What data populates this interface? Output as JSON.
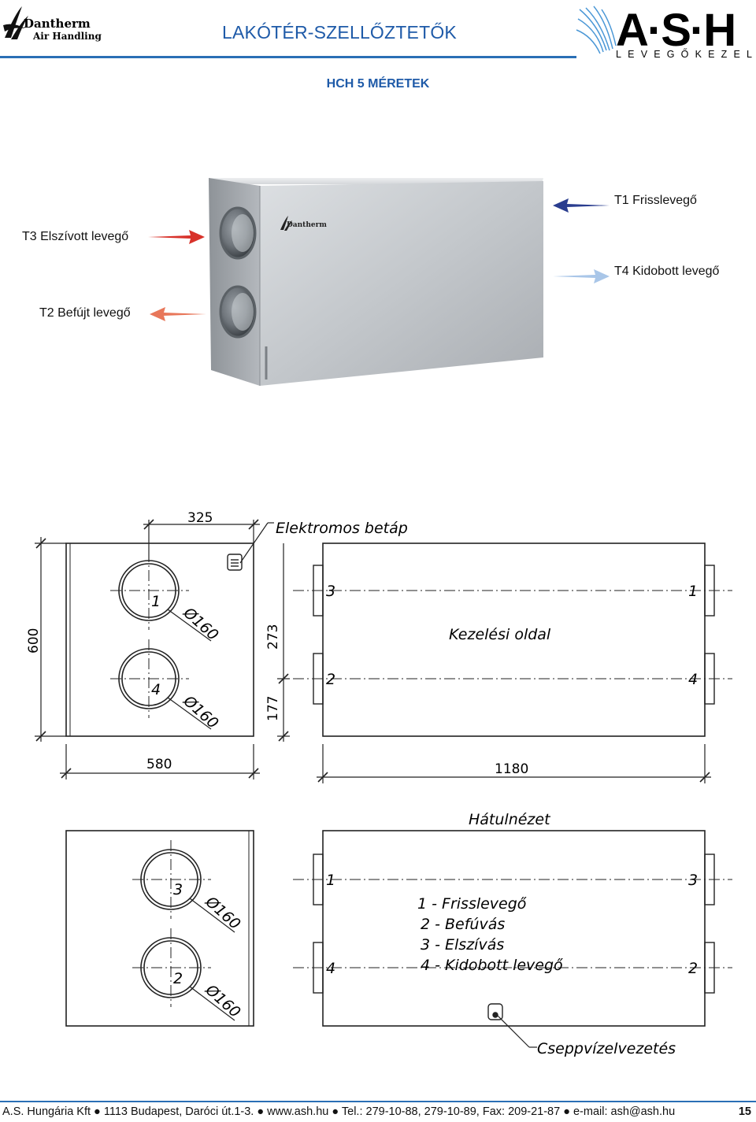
{
  "header": {
    "brand_left": {
      "name": "Dantherm",
      "sub": "Air Handling"
    },
    "title": "LAKÓTÉR-SZELLŐZTETŐK",
    "brand_right": {
      "word": "A·S·H",
      "tagline": "LEVEGŐKEZELÉS"
    }
  },
  "subtitle": "HCH 5 MÉRETEK",
  "product": {
    "flows": {
      "t3": "T3 Elszívott levegő",
      "t2": "T2 Befújt levegő",
      "t1": "T1 Frisslevegő",
      "t4": "T4 Kidobott levegő"
    },
    "unit_brand": "Dantherm",
    "colors": {
      "t3": "#d8322a",
      "t2": "#e8775a",
      "t1": "#2a3d8f",
      "t4": "#a9c6e8"
    }
  },
  "drawing": {
    "dims": {
      "d325": "325",
      "d600": "600",
      "d273": "273",
      "d177": "177",
      "d580": "580",
      "d1180": "1180",
      "d160": "Ø160"
    },
    "labels": {
      "power": "Elektromos betáp",
      "operating_side": "Kezelési oldal",
      "back_view": "Hátulnézet",
      "condensate": "Cseppvízelvezetés"
    },
    "port_numbers": {
      "p1": "1",
      "p2": "2",
      "p3": "3",
      "p4": "4"
    },
    "legend": [
      "1 - Frisslevegő",
      "2 - Befúvás",
      "3 - Elszívás",
      "4 - Kidobott levegő"
    ]
  },
  "footer": {
    "text": "A.S. Hungária Kft ● 1113 Budapest, Daróci út.1-3. ● www.ash.hu ● Tel.: 279-10-88, 279-10-89, Fax: 209-21-87 ● e-mail: ash@ash.hu",
    "page": "15"
  }
}
